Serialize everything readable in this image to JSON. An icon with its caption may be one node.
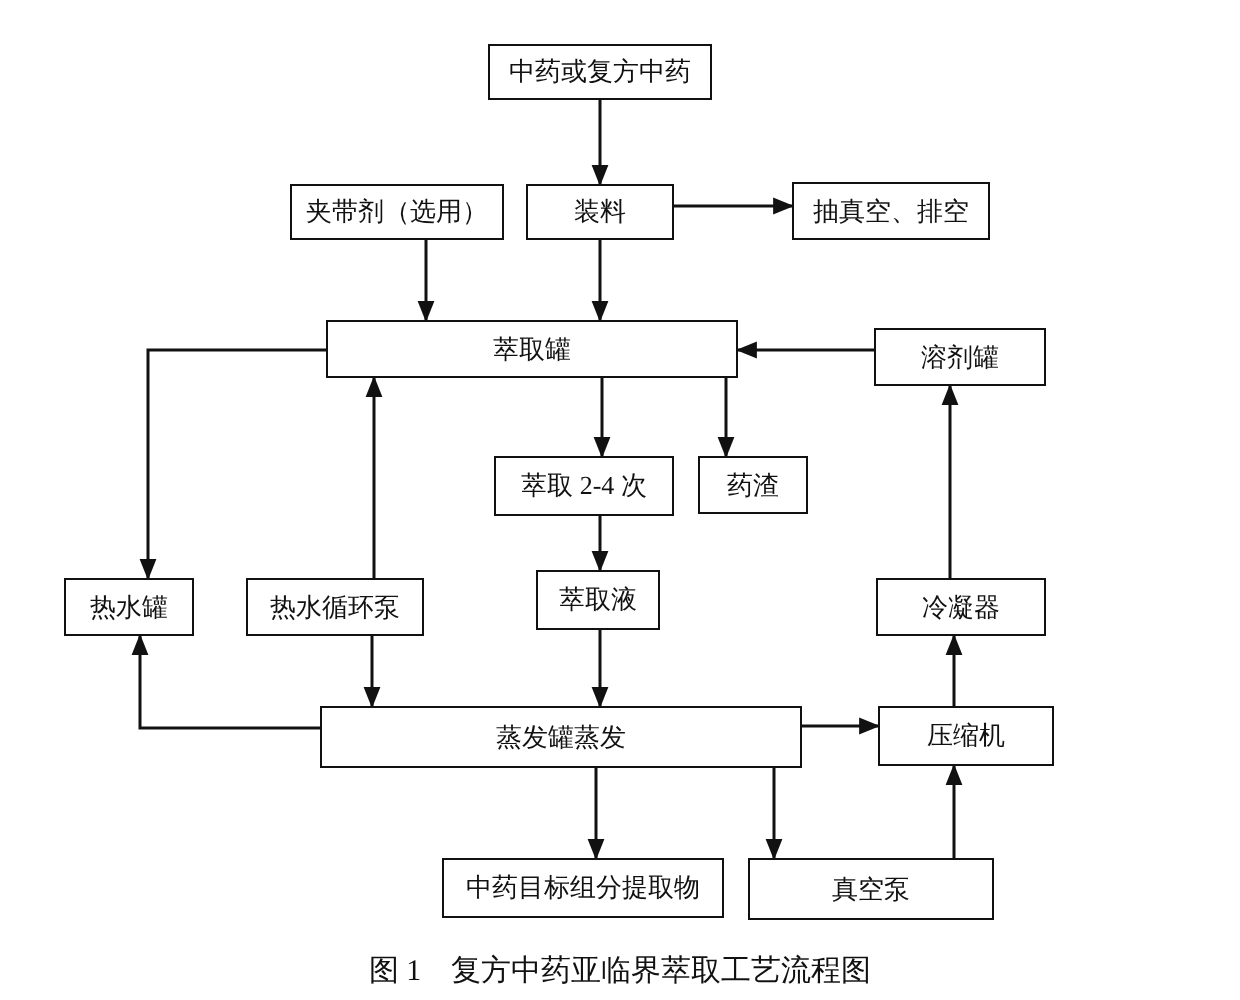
{
  "diagram": {
    "caption": "图 1　复方中药亚临界萃取工艺流程图",
    "nodes": [
      {
        "text": [
          "中药或复方中药"
        ]
      },
      {
        "text": [
          "夹带剂（选用）"
        ]
      },
      {
        "text": [
          "装料"
        ]
      },
      {
        "text": [
          "抽真空、排空"
        ]
      },
      {
        "text": [
          "萃取罐"
        ]
      },
      {
        "text": [
          "溶剂罐"
        ]
      },
      {
        "text": [
          "萃取 2-4 次"
        ]
      },
      {
        "text": [
          "药渣"
        ]
      },
      {
        "text": [
          "热水罐"
        ]
      },
      {
        "text": [
          "热水循环泵"
        ]
      },
      {
        "text": [
          "萃取液"
        ]
      },
      {
        "text": [
          "冷凝器"
        ]
      },
      {
        "text": [
          "蒸发罐蒸发"
        ]
      },
      {
        "text": [
          "压缩机"
        ]
      },
      {
        "text": [
          "中药目标组分提取物"
        ]
      },
      {
        "text": [
          "真空泵"
        ]
      }
    ],
    "edges": [
      {
        "from": 0,
        "to": 2,
        "arrow": "to"
      },
      {
        "from": 2,
        "to": 3,
        "arrow": "to"
      },
      {
        "from": 1,
        "to": 4,
        "arrow": "to"
      },
      {
        "from": 2,
        "to": 4,
        "arrow": "to"
      },
      {
        "from": 5,
        "to": 4,
        "arrow": "to"
      },
      {
        "from": 4,
        "to": 6,
        "arrow": "to"
      },
      {
        "from": 4,
        "to": 7,
        "arrow": "to"
      },
      {
        "from": 4,
        "to": 8,
        "arrow": "to"
      },
      {
        "from": 9,
        "to": 4,
        "arrow": "to"
      },
      {
        "from": 6,
        "to": 10,
        "arrow": "to"
      },
      {
        "from": 10,
        "to": 12,
        "arrow": "to"
      },
      {
        "from": 9,
        "to": 12,
        "arrow": "to"
      },
      {
        "from": 12,
        "to": 8,
        "arrow": "to"
      },
      {
        "from": 12,
        "to": 13,
        "arrow": "to"
      },
      {
        "from": 13,
        "to": 11,
        "arrow": "to"
      },
      {
        "from": 11,
        "to": 5,
        "arrow": "to"
      },
      {
        "from": 12,
        "to": 14,
        "arrow": "to"
      },
      {
        "from": 12,
        "to": 15,
        "arrow": "to"
      },
      {
        "from": 15,
        "to": 13,
        "arrow": "to"
      }
    ]
  }
}
